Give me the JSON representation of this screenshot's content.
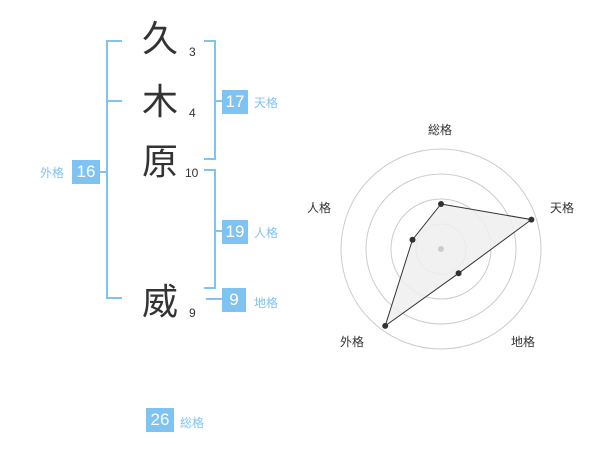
{
  "name": {
    "characters": [
      {
        "char": "久",
        "strokes": "3"
      },
      {
        "char": "木",
        "strokes": "4"
      },
      {
        "char": "原",
        "strokes": "10"
      },
      {
        "char": "威",
        "strokes": "9"
      }
    ]
  },
  "kakusu": {
    "tenkaku": {
      "value": "17",
      "label": "天格"
    },
    "jinkaku": {
      "value": "19",
      "label": "人格"
    },
    "chikaku": {
      "value": "9",
      "label": "地格"
    },
    "gaikaku": {
      "value": "16",
      "label": "外格"
    },
    "soukaku": {
      "value": "26",
      "label": "総格"
    }
  },
  "colors": {
    "accent": "#7fc3f3",
    "text": "#333333",
    "grid": "#cccccc",
    "fill": "#eeeeee"
  },
  "radar": {
    "axes": [
      "総格",
      "天格",
      "地格",
      "外格",
      "人格"
    ],
    "levels": 4,
    "values": [
      0.45,
      0.95,
      0.3,
      0.95,
      0.3
    ]
  }
}
